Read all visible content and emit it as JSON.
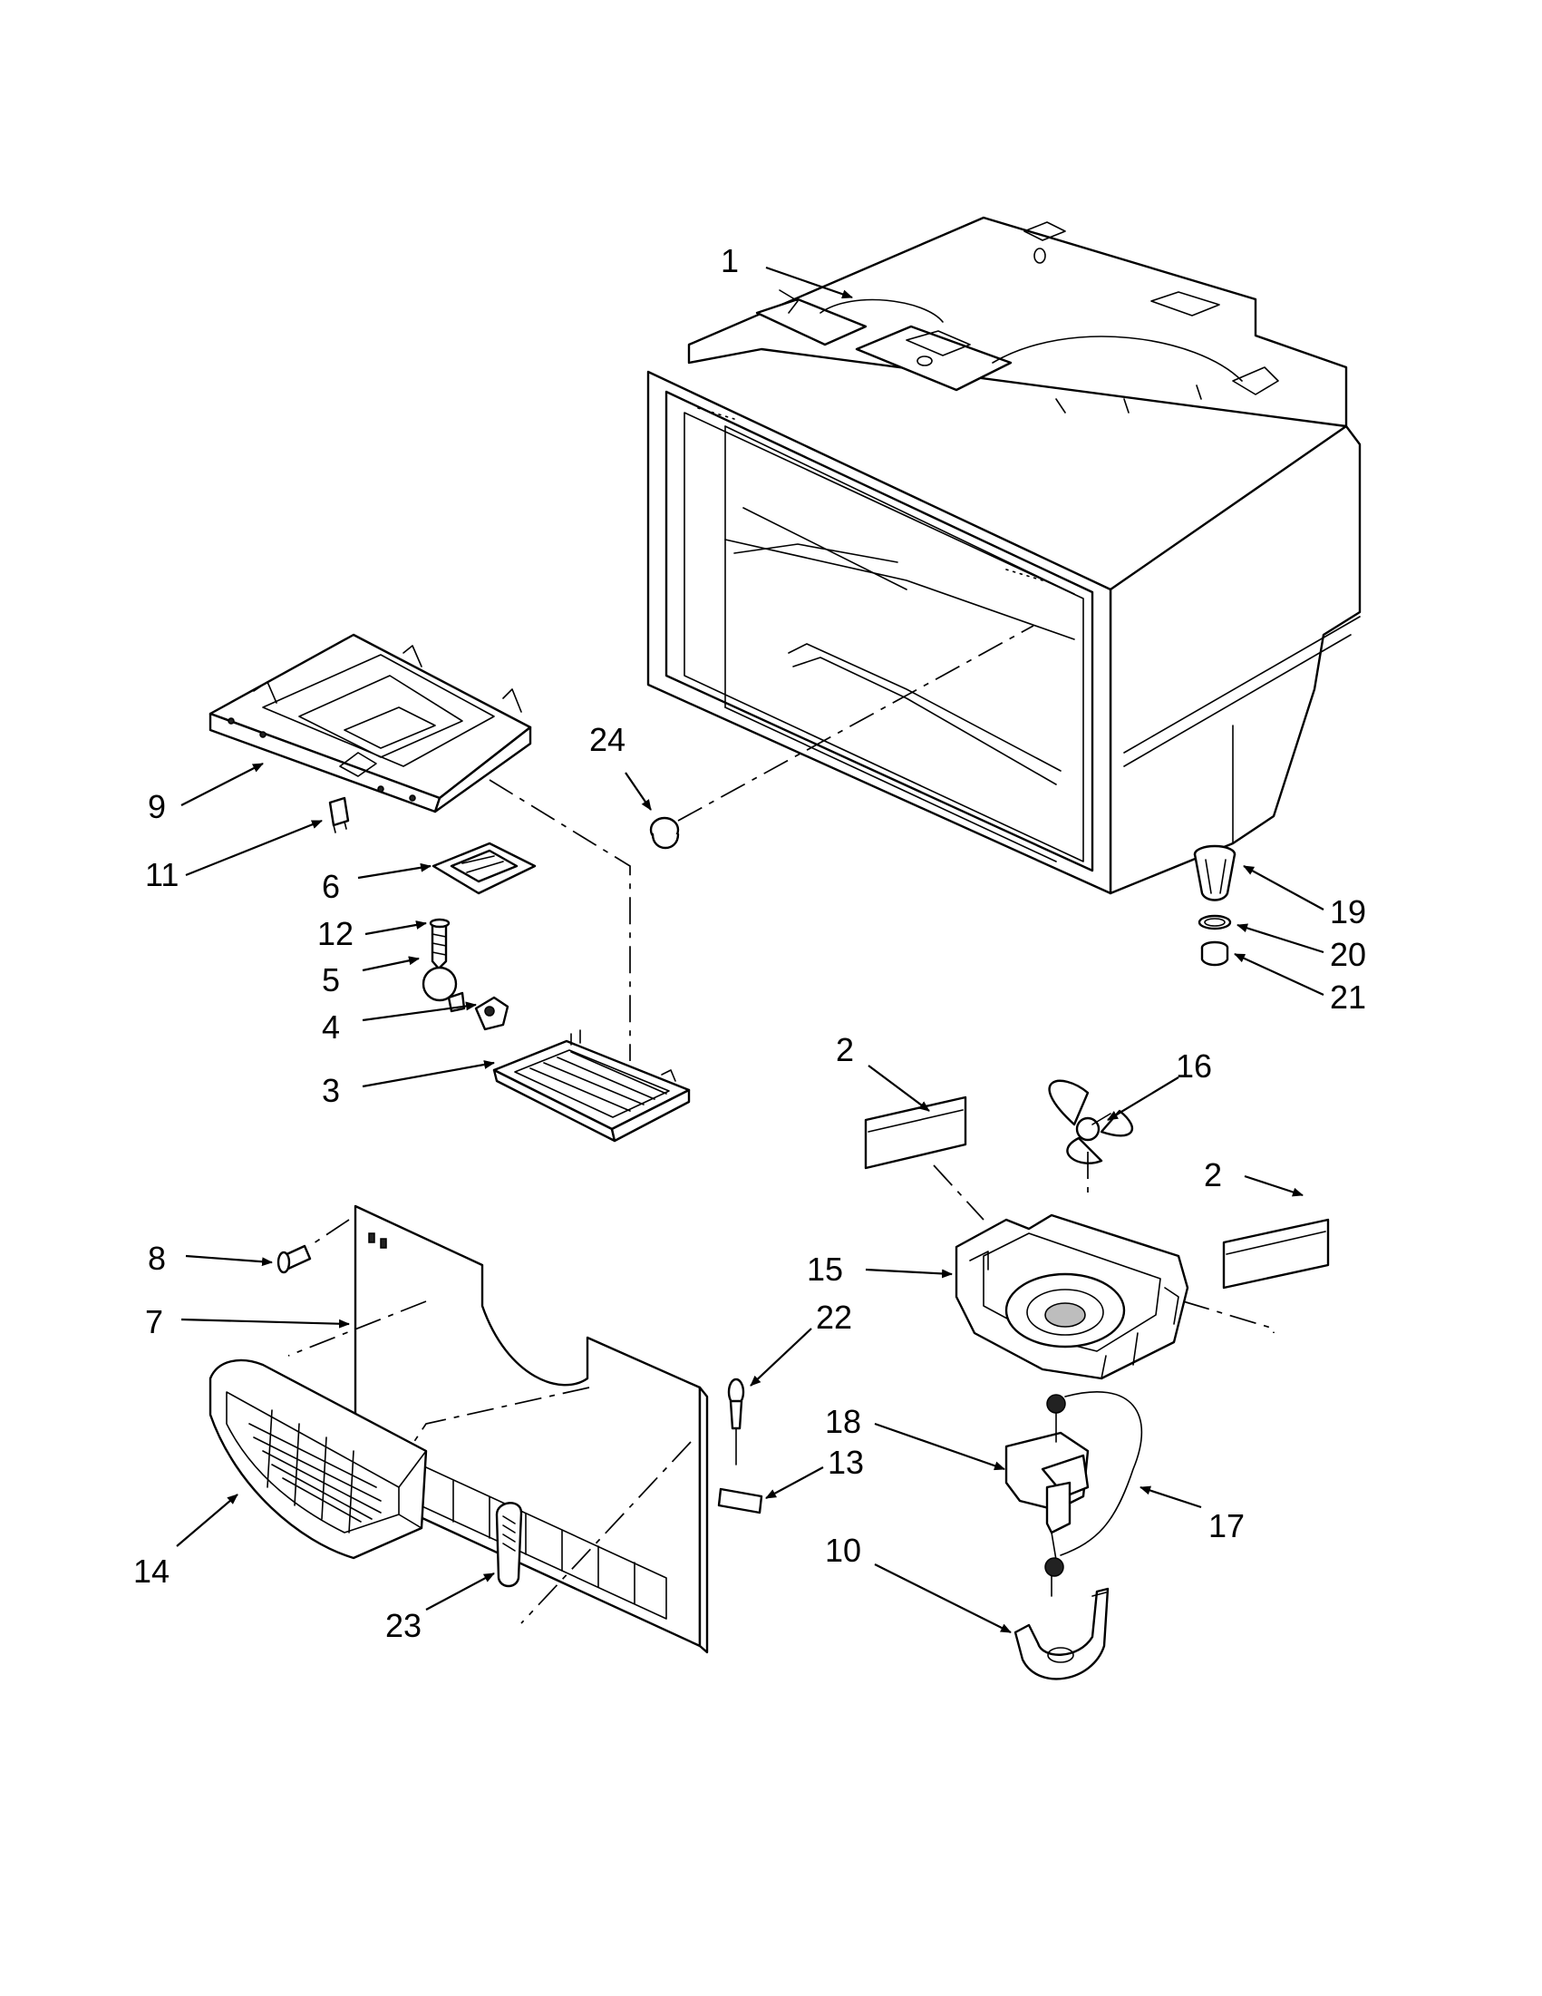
{
  "diagram": {
    "callouts": [
      {
        "id": "c1",
        "label": "1"
      },
      {
        "id": "c2a",
        "label": "2"
      },
      {
        "id": "c2b",
        "label": "2"
      },
      {
        "id": "c3",
        "label": "3"
      },
      {
        "id": "c4",
        "label": "4"
      },
      {
        "id": "c5",
        "label": "5"
      },
      {
        "id": "c6",
        "label": "6"
      },
      {
        "id": "c7",
        "label": "7"
      },
      {
        "id": "c8",
        "label": "8"
      },
      {
        "id": "c9",
        "label": "9"
      },
      {
        "id": "c10",
        "label": "10"
      },
      {
        "id": "c11",
        "label": "11"
      },
      {
        "id": "c12",
        "label": "12"
      },
      {
        "id": "c13",
        "label": "13"
      },
      {
        "id": "c14",
        "label": "14"
      },
      {
        "id": "c15",
        "label": "15"
      },
      {
        "id": "c16",
        "label": "16"
      },
      {
        "id": "c17",
        "label": "17"
      },
      {
        "id": "c18",
        "label": "18"
      },
      {
        "id": "c19",
        "label": "19"
      },
      {
        "id": "c20",
        "label": "20"
      },
      {
        "id": "c21",
        "label": "21"
      },
      {
        "id": "c22",
        "label": "22"
      },
      {
        "id": "c23",
        "label": "23"
      },
      {
        "id": "c24",
        "label": "24"
      }
    ]
  }
}
